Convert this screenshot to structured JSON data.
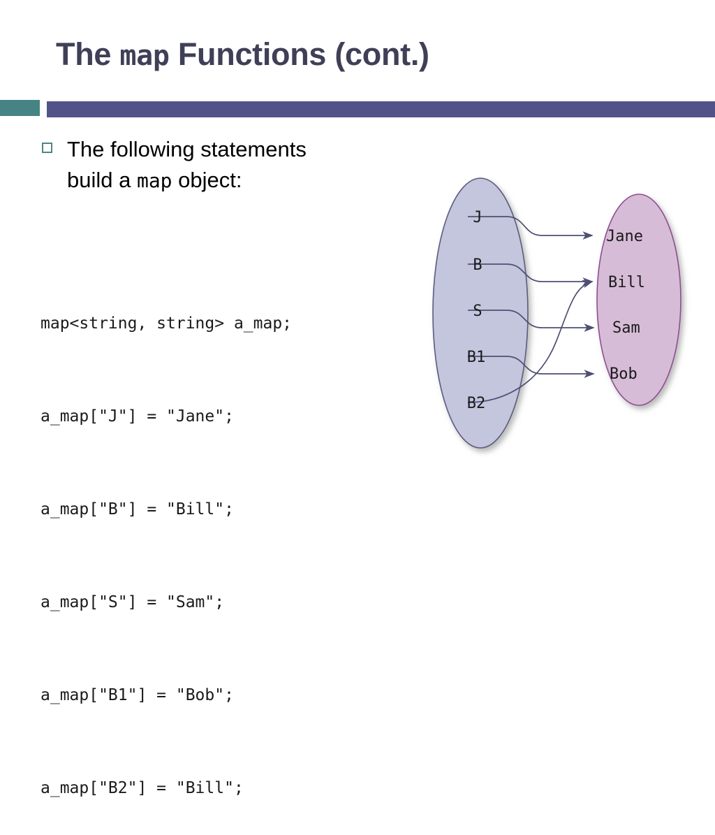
{
  "slide": {
    "title_prefix": "The ",
    "title_mono": "map",
    "title_suffix": " Functions (cont.)",
    "accent_teal": "#458385",
    "accent_purple": "#53538a",
    "title_color": "#3f3f57"
  },
  "bullet": {
    "marker": "hollow-square",
    "marker_color": "#4e8588",
    "line1": "The following statements",
    "line2_before": "build a ",
    "line2_mono": "map",
    "line2_after": " object:"
  },
  "code": {
    "lines": [
      "map<string, string> a_map;",
      "a_map[\"J\"] = \"Jane\";",
      "a_map[\"B\"] = \"Bill\";",
      "a_map[\"S\"] = \"Sam\";",
      "a_map[\"B1\"] = \"Bob\";",
      "a_map[\"B2\"] = \"Bill\";"
    ]
  },
  "diagram": {
    "keys_ellipse": {
      "fill": "#c3c6dc",
      "stroke": "#5b5b80"
    },
    "values_ellipse": {
      "fill": "#d7bcd8",
      "stroke": "#8d4f91"
    },
    "arrow_color": "#4f4f74",
    "keys": [
      "J",
      "B",
      "S",
      "B1",
      "B2"
    ],
    "values": [
      "Jane",
      "Bill",
      "Sam",
      "Bob"
    ],
    "mappings": [
      {
        "key": "J",
        "value": "Jane"
      },
      {
        "key": "B",
        "value": "Bill"
      },
      {
        "key": "S",
        "value": "Sam"
      },
      {
        "key": "B1",
        "value": "Bob"
      },
      {
        "key": "B2",
        "value": "Bill"
      }
    ]
  }
}
